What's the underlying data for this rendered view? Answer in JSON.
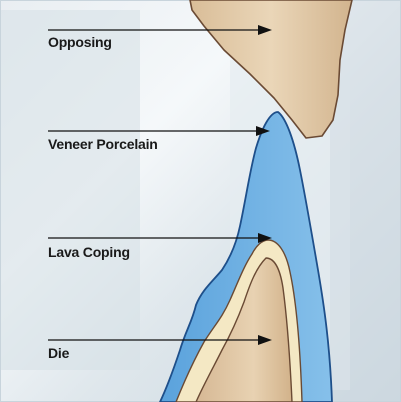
{
  "labels": {
    "opposing": "Opposing",
    "veneer_porcelain": "Veneer Porcelain",
    "lava_coping": "Lava Coping",
    "die": "Die"
  },
  "colors": {
    "background": "#dce6ec",
    "frame": "#c8d4dc",
    "tooth_fill": "#dcc4a4",
    "tooth_outline": "#6a4a34",
    "porcelain_fill": "#6aaee0",
    "porcelain_outline": "#1e4f8a",
    "coping_fill": "#f4e8c4",
    "arrow": "#111111"
  }
}
